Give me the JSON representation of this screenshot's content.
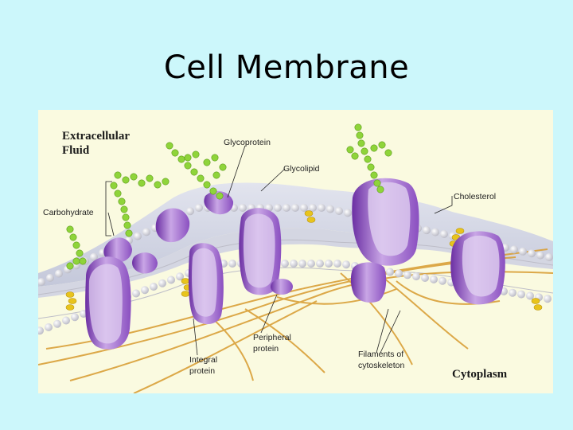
{
  "slide": {
    "title": "Cell Membrane"
  },
  "diagram": {
    "regions": {
      "extracellular": "Extracellular\nFluid",
      "cytoplasm": "Cytoplasm"
    },
    "labels": {
      "glycoprotein": "Glycoprotein",
      "glycolipid": "Glycolipid",
      "cholesterol": "Cholesterol",
      "carbohydrate": "Carbohydrate",
      "peripheral_protein": "Peripheral\nprotein",
      "integral_protein": "Integral\nprotein",
      "filaments": "Filaments of\ncytoskeleton"
    },
    "colors": {
      "background": "#ccf7fb",
      "figure_bg": "#fafae0",
      "phospholipid_head": "#e6e6ea",
      "protein": "#b58ed6",
      "protein_dark": "#7a3fb0",
      "sugar_chain": "#8fd43a",
      "cholesterol": "#e8c41c",
      "cytoskeleton": "#d9a038"
    }
  }
}
